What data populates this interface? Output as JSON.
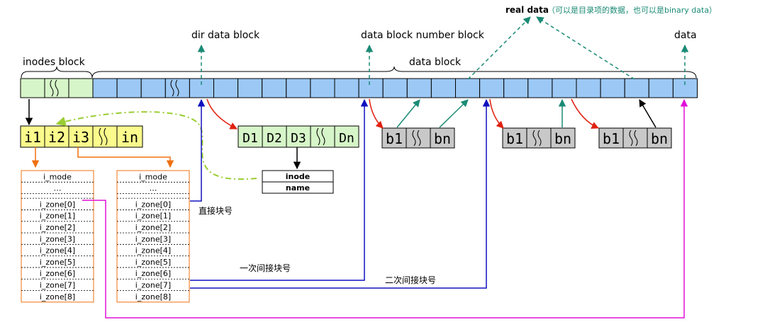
{
  "labels": {
    "real_data": "real data",
    "real_data_note": "（可以是目录项的数据，也可以是binary data）",
    "dir_data_block": "dir data block",
    "data_block_number_block": "data block number block",
    "data_top": "data",
    "inodes_block": "inodes block",
    "data_block": "data block",
    "direct_block_no": "直接块号",
    "single_indirect": "一次间接块号",
    "double_indirect": "二次间接块号"
  },
  "inode_list": [
    "i1",
    "i2",
    "i3",
    "in"
  ],
  "dir_entries": [
    "D1",
    "D2",
    "D3",
    "Dn"
  ],
  "dir_entry_fields": [
    "inode",
    "name"
  ],
  "number_block_cells": [
    "b1",
    "bn"
  ],
  "inode_struct": {
    "first": "i_mode",
    "ellipsis": "…",
    "zones": [
      "i_zone[0]",
      "i_zone[1]",
      "i_zone[2]",
      "i_zone[3]",
      "i_zone[4]",
      "i_zone[5]",
      "i_zone[6]",
      "i_zone[7]",
      "i_zone[8]"
    ]
  },
  "colors": {
    "inode_region": "#d6f5c8",
    "data_region": "#9cc8f5",
    "inode_list_fill": "#fbfa8c",
    "dir_entry_fill": "#d6f5c8",
    "number_block_fill": "#c8c8c8",
    "teal_arrow": "#1b8a75",
    "red_arrow": "#e02010",
    "blue_arrow": "#1010c0",
    "magenta_arrow": "#e010d8",
    "orange": "#f07010",
    "olive_dashed": "#9acd32"
  }
}
